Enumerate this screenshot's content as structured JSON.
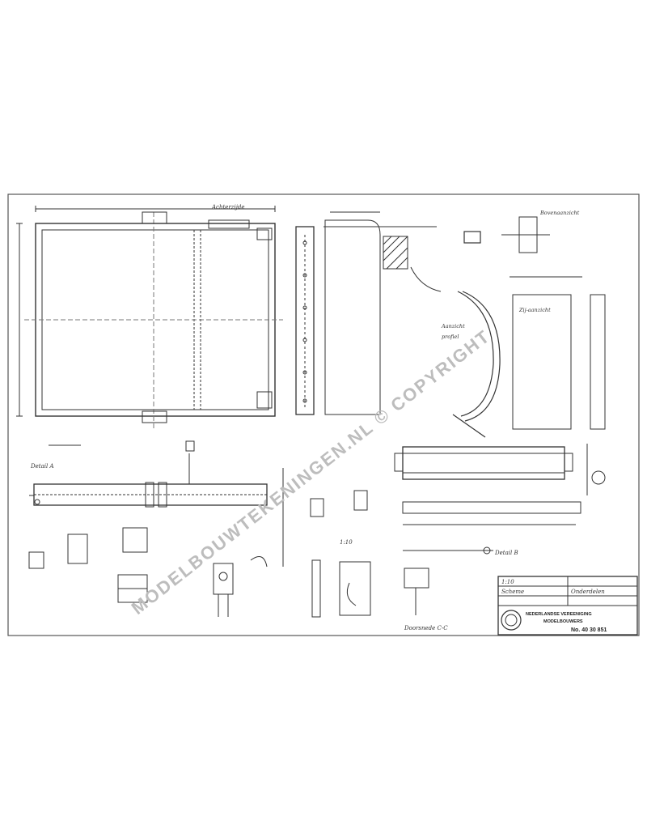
{
  "drawing": {
    "watermark": "MODELBOUWTEKENINGEN.NL © COPYRIGHT",
    "title_block": {
      "company_line1": "NEDERLANDSE VEREENIGING",
      "company_line2": "MODELBOUWERS",
      "drawing_number": "No. 40 30 851",
      "rows": [
        "1:10",
        "Scheme",
        "Onderdelen"
      ]
    },
    "labels": {
      "detail_a": "Detail A",
      "detail_b": "Detail B",
      "section_c": "Doorsnede C-C",
      "scale": "1:10"
    }
  }
}
